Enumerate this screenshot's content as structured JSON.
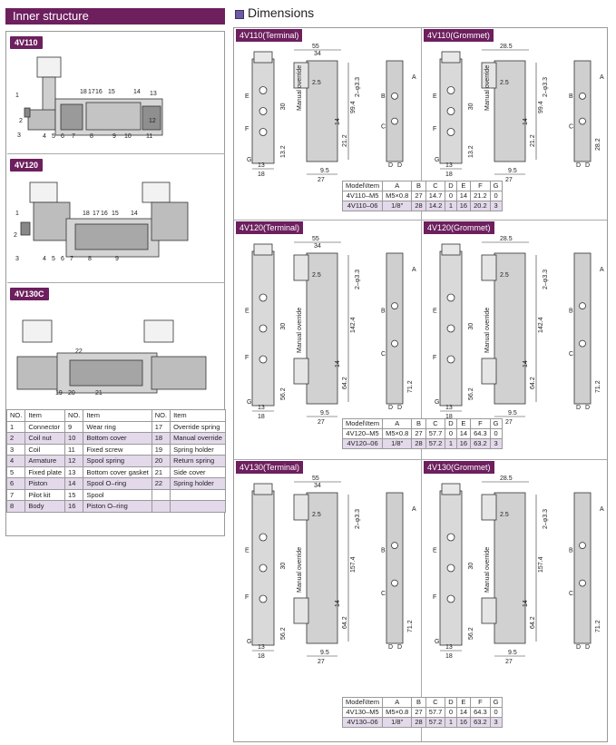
{
  "left": {
    "title": "Inner structure",
    "sections": [
      {
        "label": "4V110",
        "callouts": [
          "1",
          "2",
          "3",
          "4",
          "5",
          "6",
          "7",
          "8",
          "9",
          "10",
          "11",
          "12",
          "13",
          "14",
          "15",
          "16",
          "17",
          "18"
        ]
      },
      {
        "label": "4V120",
        "callouts": [
          "1",
          "2",
          "3",
          "4",
          "5",
          "6",
          "7",
          "8",
          "9",
          "14",
          "15",
          "16",
          "17",
          "18"
        ]
      },
      {
        "label": "4V130C",
        "callouts": [
          "19",
          "20",
          "21",
          "22"
        ]
      }
    ],
    "parts_table": {
      "headers": [
        "NO.",
        "Item",
        "NO.",
        "Item",
        "NO.",
        "Item"
      ],
      "rows": [
        [
          "1",
          "Connector",
          "9",
          "Wear ring",
          "17",
          "Override spring"
        ],
        [
          "2",
          "Coil nut",
          "10",
          "Bottom cover",
          "18",
          "Manual override"
        ],
        [
          "3",
          "Coil",
          "11",
          "Fixed screw",
          "19",
          "Spring holder"
        ],
        [
          "4",
          "Armature",
          "12",
          "Spool spring",
          "20",
          "Return spring"
        ],
        [
          "5",
          "Fixed plate",
          "13",
          "Bottom cover gasket",
          "21",
          "Side cover"
        ],
        [
          "6",
          "Piston",
          "14",
          "Spool O–ring",
          "22",
          "Spring holder"
        ],
        [
          "7",
          "Pilot kit",
          "15",
          "Spool",
          "",
          ""
        ],
        [
          "8",
          "Body",
          "16",
          "Piston O–ring",
          "",
          ""
        ]
      ]
    }
  },
  "right": {
    "title": "Dimensions",
    "cells": [
      {
        "label": "4V110(Terminal)",
        "dims": {
          "top": "55",
          "sub": "34",
          "d1": "2.5",
          "d2": "2–φ3.3",
          "d3": "99.4",
          "d4": "21.2",
          "d5": "14",
          "d6": "30",
          "d7": "13.2",
          "d8": "9.5",
          "d9": "27",
          "d10": "13",
          "d11": "18",
          "override": "Manual override",
          "letters": [
            "E",
            "F",
            "G",
            "A",
            "B",
            "C",
            "D",
            "D"
          ]
        }
      },
      {
        "label": "4V110(Grommet)",
        "dims": {
          "top": "28.5",
          "d1": "2.5",
          "d2": "2–φ3.3",
          "d3": "99.4",
          "d4": "21.2",
          "d5": "14",
          "d6": "30",
          "d7": "13.2",
          "d8": "9.5",
          "d9": "27",
          "d10": "13",
          "d11": "18",
          "d12": "28.2",
          "override": "Manual override",
          "letters": [
            "E",
            "F",
            "G",
            "A",
            "B",
            "C",
            "D",
            "D"
          ]
        }
      },
      {
        "label": "4V120(Terminal)",
        "dims": {
          "top": "55",
          "sub": "34",
          "d1": "2.5",
          "d2": "2–φ3.3",
          "d3": "142.4",
          "d4": "64.2",
          "d5": "14",
          "d6": "30",
          "d7": "56.2",
          "d8": "9.5",
          "d9": "27",
          "d10": "13",
          "d11": "18",
          "d12": "71.2",
          "override": "Manual override",
          "letters": [
            "E",
            "F",
            "G",
            "A",
            "B",
            "C",
            "D",
            "D"
          ]
        }
      },
      {
        "label": "4V120(Grommet)",
        "dims": {
          "top": "28.5",
          "d1": "2.5",
          "d2": "2–φ3.3",
          "d3": "142.4",
          "d4": "64.2",
          "d5": "14",
          "d6": "30",
          "d7": "56.2",
          "d8": "9.5",
          "d9": "27",
          "d10": "13",
          "d11": "18",
          "d12": "71.2",
          "override": "Manual override",
          "letters": [
            "E",
            "F",
            "G",
            "A",
            "B",
            "C",
            "D",
            "D"
          ]
        }
      },
      {
        "label": "4V130(Terminal)",
        "dims": {
          "top": "55",
          "sub": "34",
          "d1": "2.5",
          "d2": "2–φ3.3",
          "d3": "157.4",
          "d4": "64.2",
          "d5": "14",
          "d6": "30",
          "d7": "56.2",
          "d8": "9.5",
          "d9": "27",
          "d10": "13",
          "d11": "18",
          "d12": "71.2",
          "override": "Manual override",
          "letters": [
            "E",
            "F",
            "G",
            "A",
            "B",
            "C",
            "D",
            "D"
          ]
        }
      },
      {
        "label": "4V130(Grommet)",
        "dims": {
          "top": "28.5",
          "d1": "2.5",
          "d2": "2–φ3.3",
          "d3": "157.4",
          "d4": "64.2",
          "d5": "14",
          "d6": "30",
          "d7": "56.2",
          "d8": "9.5",
          "d9": "27",
          "d10": "13",
          "d11": "18",
          "d12": "71.2",
          "override": "Manual override",
          "letters": [
            "E",
            "F",
            "G",
            "A",
            "B",
            "C",
            "D",
            "D"
          ]
        }
      }
    ],
    "tables": [
      {
        "headers": [
          "Model\\Item",
          "A",
          "B",
          "C",
          "D",
          "E",
          "F",
          "G"
        ],
        "rows": [
          [
            "4V110–M5",
            "M5×0.8",
            "27",
            "14.7",
            "0",
            "14",
            "21.2",
            "0"
          ],
          [
            "4V110–06",
            "1/8\"",
            "28",
            "14.2",
            "1",
            "16",
            "20.2",
            "3"
          ]
        ]
      },
      {
        "headers": [
          "Model\\Item",
          "A",
          "B",
          "C",
          "D",
          "E",
          "F",
          "G"
        ],
        "rows": [
          [
            "4V120–M5",
            "M5×0.8",
            "27",
            "57.7",
            "0",
            "14",
            "64.3",
            "0"
          ],
          [
            "4V120–06",
            "1/8\"",
            "28",
            "57.2",
            "1",
            "16",
            "63.2",
            "3"
          ]
        ]
      },
      {
        "headers": [
          "Model\\Item",
          "A",
          "B",
          "C",
          "D",
          "E",
          "F",
          "G"
        ],
        "rows": [
          [
            "4V130–M5",
            "M5×0.8",
            "27",
            "57.7",
            "0",
            "14",
            "64.3",
            "0"
          ],
          [
            "4V130–06",
            "1/8\"",
            "28",
            "57.2",
            "1",
            "16",
            "63.2",
            "3"
          ]
        ]
      }
    ]
  }
}
